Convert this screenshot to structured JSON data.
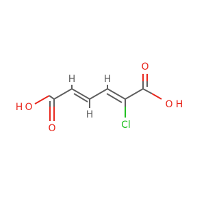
{
  "molecule": {
    "atoms": {
      "o_left_hydroxyl": {
        "text": "O",
        "color": "#e8261c"
      },
      "h_left_hydroxyl": {
        "text": "H",
        "color": "#e8261c"
      },
      "o_left_carbonyl": {
        "text": "O",
        "color": "#e8261c"
      },
      "h_c2": {
        "text": "H",
        "color": "#5e5e5e"
      },
      "h_c3": {
        "text": "H",
        "color": "#5e5e5e"
      },
      "h_c4": {
        "text": "H",
        "color": "#5e5e5e"
      },
      "o_right_carbonyl": {
        "text": "O",
        "color": "#e8261c"
      },
      "o_right_hydroxyl": {
        "text": "O",
        "color": "#e8261c"
      },
      "h_right_hydroxyl": {
        "text": "H",
        "color": "#e8261c"
      },
      "cl": {
        "text": "Cl",
        "color": "#1fbf1f"
      }
    },
    "colors": {
      "bond": "#5e5e5e",
      "oxygen": "#e8261c",
      "chlorine": "#1fbf1f"
    }
  }
}
